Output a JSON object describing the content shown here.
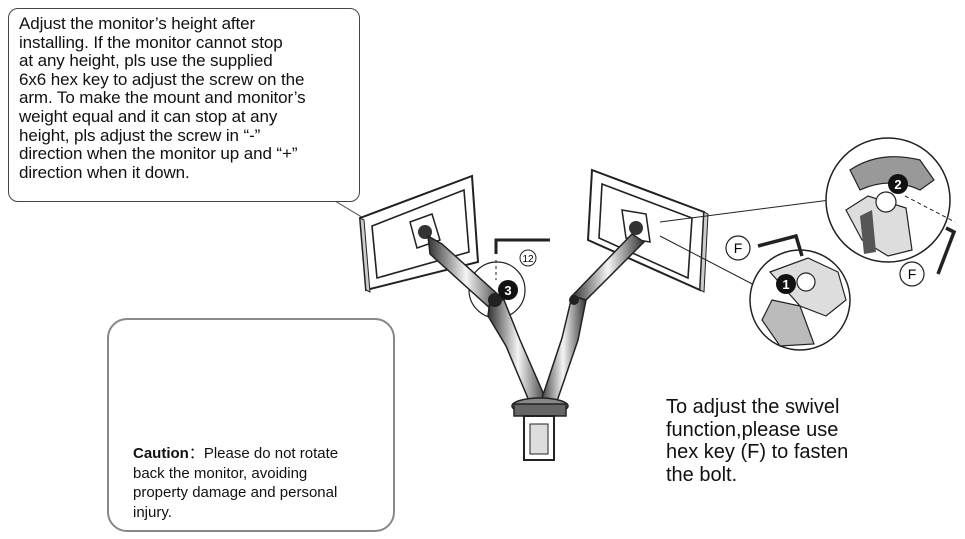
{
  "height_note": {
    "text": "Adjust the monitor’s height after\ninstalling. If the monitor cannot stop\nat any height, pls use the supplied\n6x6 hex key to adjust the screw on the\narm. To make the mount and monitor’s\nweight equal and it can stop at any\nheight, pls adjust the screw in “-”\ndirection when the monitor up and “+”\ndirection when it down."
  },
  "caution": {
    "label": "Caution",
    "separator": "：",
    "text": "Please do not rotate\nback the monitor, avoiding\nproperty damage and personal\ninjury."
  },
  "swivel_note": {
    "text": "To adjust the swivel\nfunction,please use\nhex key (F) to fasten\nthe bolt."
  },
  "labels": {
    "hex_key_size": "12",
    "step_1": "1",
    "step_2": "2",
    "step_3": "3",
    "hex_key_f": "F"
  },
  "icons": {
    "wrong": "x-circle-icon",
    "right": "check-circle-icon"
  },
  "colors": {
    "line": "#1a1a1a",
    "wall": "#9a9a9a",
    "frame": "#888888"
  }
}
